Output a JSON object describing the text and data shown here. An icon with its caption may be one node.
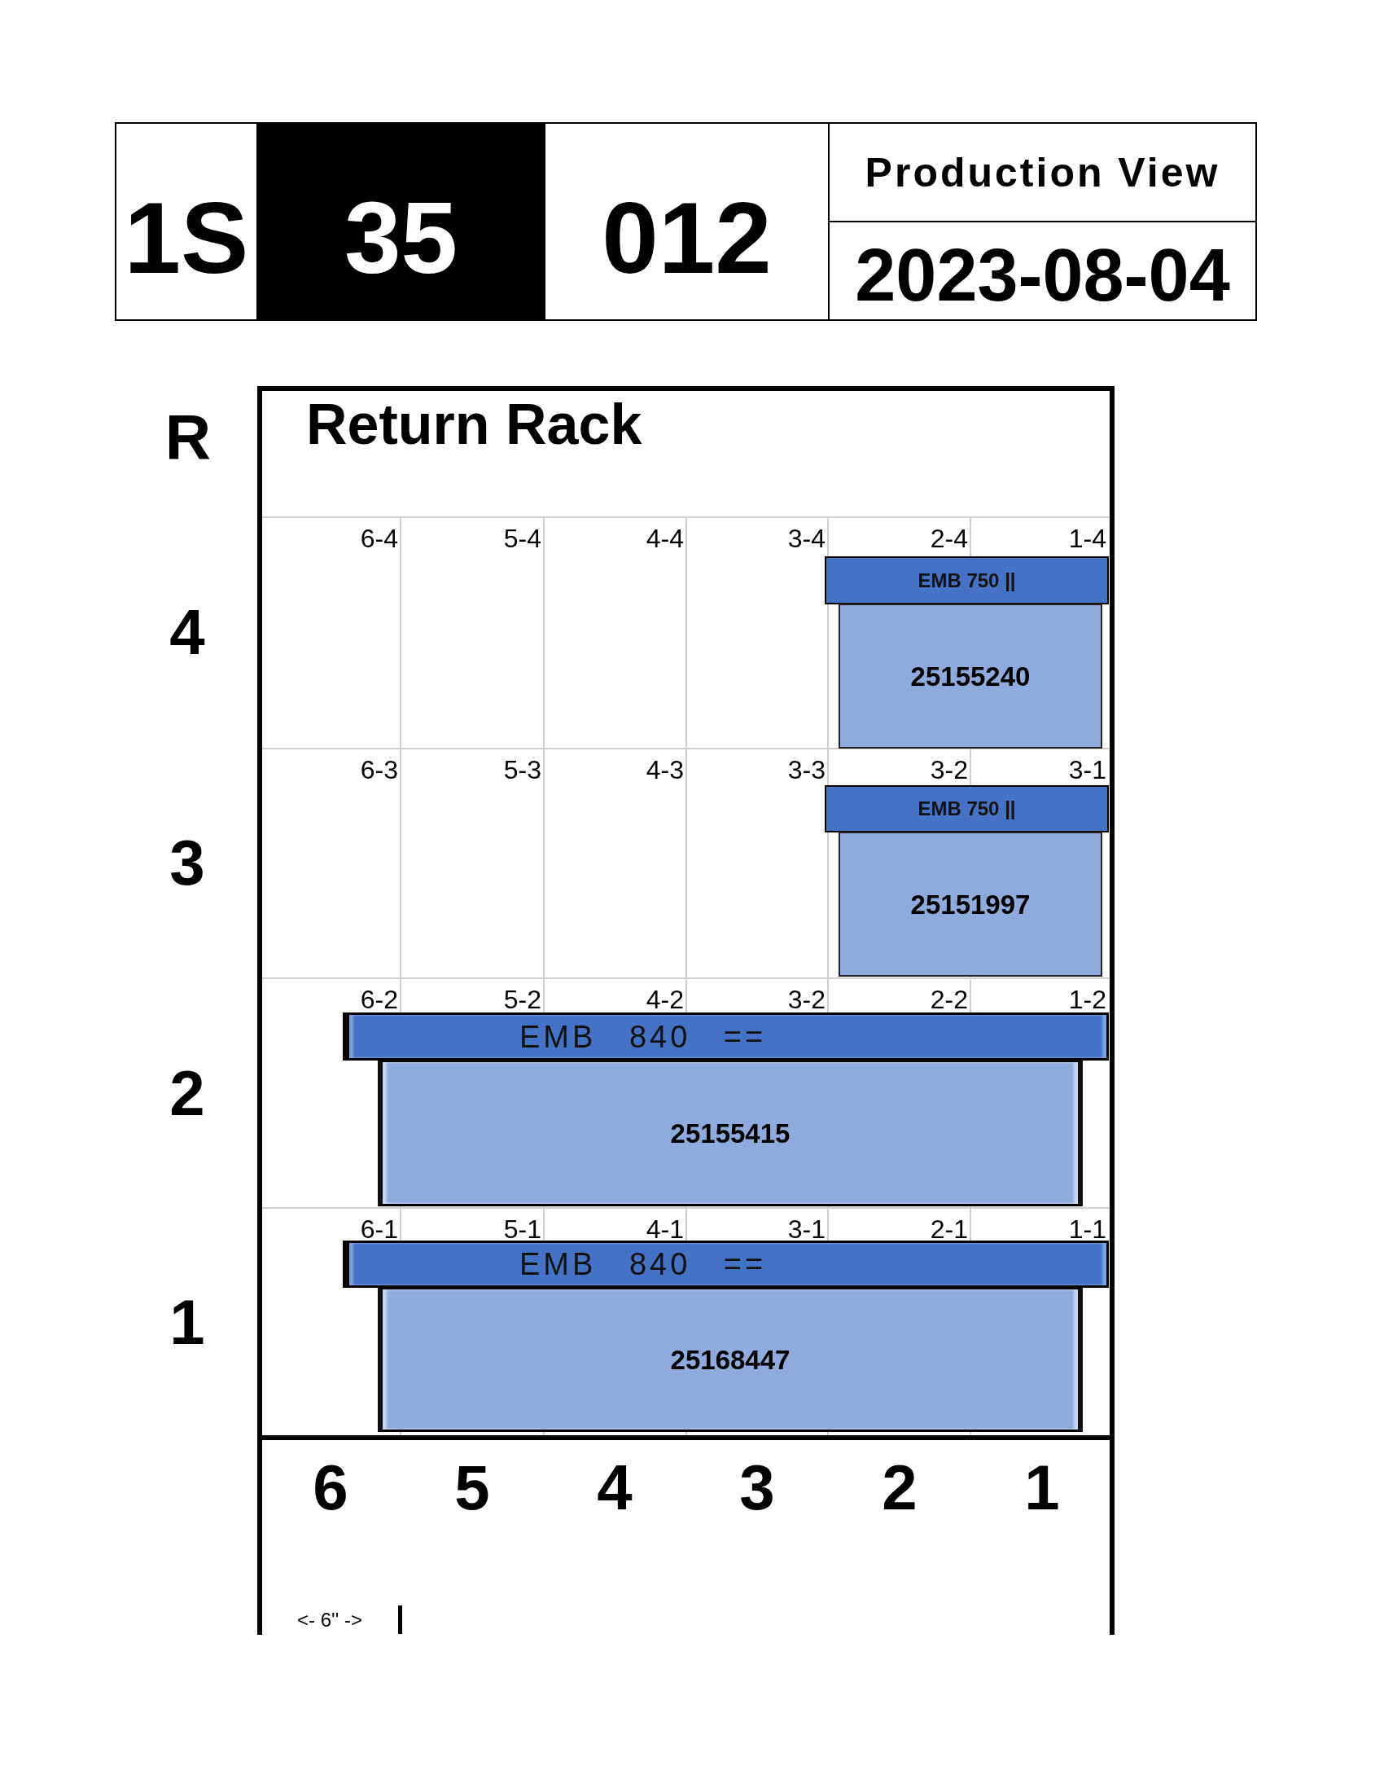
{
  "diagram": {
    "nodes": [
      {
        "text": [
          "1S"
        ]
      },
      {
        "text": [
          "35"
        ]
      },
      {
        "text": [
          "012"
        ]
      },
      {
        "text": [
          "Production View"
        ]
      },
      {
        "text": [
          "2023-08-04"
        ]
      },
      {
        "text": [
          "Return Rack"
        ]
      },
      {
        "text": [
          "EMB 750 ||"
        ],
        "in": 5
      },
      {
        "text": [
          "25155240"
        ],
        "in": 5
      },
      {
        "text": [
          "EMB 750 ||"
        ],
        "in": 5
      },
      {
        "text": [
          "25151997"
        ],
        "in": 5
      },
      {
        "text": [
          "EMB 840 =="
        ],
        "in": 5
      },
      {
        "text": [
          "25155415"
        ],
        "in": 5
      },
      {
        "text": [
          "EMB 840 =="
        ],
        "in": 5
      },
      {
        "text": [
          "25168447"
        ],
        "in": 5
      }
    ],
    "labels": [
      "R",
      "6-4",
      "5-4",
      "4-4",
      "3-4",
      "2-4",
      "1-4",
      "4",
      "6-3",
      "5-3",
      "4-3",
      "3-3",
      "3-2",
      "3-1",
      "3",
      "6-2",
      "5-2",
      "4-2",
      "3-2",
      "2-2",
      "1-2",
      "2",
      "6-1",
      "5-1",
      "4-1",
      "3-1",
      "2-1",
      "1-1",
      "1",
      "6",
      "5",
      "4",
      "3",
      "2",
      "1",
      "<- 6'' ->"
    ]
  }
}
